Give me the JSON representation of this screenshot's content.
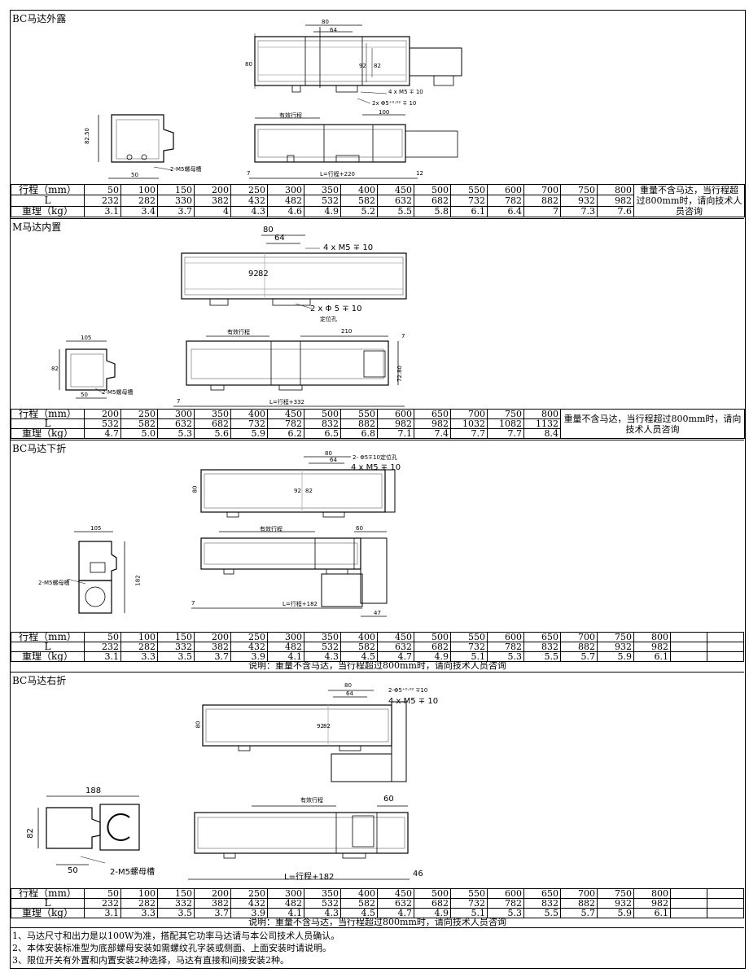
{
  "sections": {
    "s1": {
      "title": "BC马达外露",
      "dims": {
        "w80": "80",
        "w64": "64",
        "h80": "80",
        "h92": "92",
        "h82": "82",
        "m5": "4 x M5 ∓ 10",
        "pin": "2x Φ5⁺⁰·⁰² ∓ 10",
        "stroke": "有效行程",
        "w100": "100",
        "w7": "7",
        "L": "L=行程+220",
        "w12": "12",
        "side_h": "82.50",
        "side_w": "50",
        "slot": "2-M5螺母槽"
      },
      "table": {
        "row_labels": [
          "行程（mm）",
          "L",
          "重理（kg）"
        ],
        "stroke": [
          "50",
          "100",
          "150",
          "200",
          "250",
          "300",
          "350",
          "400",
          "450",
          "500",
          "550",
          "600",
          "700",
          "750",
          "800"
        ],
        "L": [
          "232",
          "282",
          "330",
          "382",
          "432",
          "482",
          "532",
          "582",
          "632",
          "682",
          "732",
          "782",
          "882",
          "932",
          "982"
        ],
        "weight": [
          "3.1",
          "3.4",
          "3.7",
          "4",
          "4.3",
          "4.6",
          "4.9",
          "5.2",
          "5.5",
          "5.8",
          "6.1",
          "6.4",
          "7",
          "7.3",
          "7.6"
        ],
        "note": "重量不含马达，当行程超过800mm时，请向技术人员咨询"
      }
    },
    "s2": {
      "title": "M马达内置",
      "dims": {
        "w80": "80",
        "w64": "64",
        "m5": "4 x M5 ∓ 10",
        "h92": "92",
        "h82": "82",
        "pin": "2 x Φ 5 ∓ 10",
        "pin_label": "定位孔",
        "stroke": "有效行程",
        "w210": "210",
        "w7a": "7",
        "w7b": "7",
        "h72": "72.80",
        "L": "L=行程+332",
        "side_w": "105",
        "side_h": "82",
        "side_b": "50",
        "slot": "2-M5螺母槽"
      },
      "table": {
        "row_labels": [
          "行程（mm）",
          "L",
          "重理（kg）"
        ],
        "stroke": [
          "200",
          "250",
          "300",
          "350",
          "400",
          "450",
          "500",
          "550",
          "600",
          "650",
          "700",
          "750",
          "800"
        ],
        "L": [
          "532",
          "582",
          "632",
          "682",
          "732",
          "782",
          "832",
          "882",
          "982",
          "982",
          "1032",
          "1082",
          "1132"
        ],
        "weight": [
          "4.7",
          "5.0",
          "5.3",
          "5.6",
          "5.9",
          "6.2",
          "6.5",
          "6.8",
          "7.1",
          "7.4",
          "7.7",
          "7.7",
          "8.4"
        ],
        "note": "重量不含马达，当行程超过800mm时，请向技术人员咨询"
      }
    },
    "s3": {
      "title": "BC马达下折",
      "dims": {
        "w80": "80",
        "w64": "64",
        "pin": "2- Φ5∓10定位孔",
        "m5": "4 x M5 ∓ 10",
        "h80": "80",
        "h92": "92",
        "h82": "82",
        "stroke": "有效行程",
        "w60": "60",
        "w7": "7",
        "L": "L=行程+182",
        "w47": "47",
        "side_w": "105",
        "side_h": "182",
        "slot": "2-M5螺母槽"
      },
      "table": {
        "row_labels": [
          "行程（mm）",
          "L",
          "重理（kg）"
        ],
        "stroke": [
          "50",
          "100",
          "150",
          "200",
          "250",
          "300",
          "350",
          "400",
          "450",
          "500",
          "550",
          "600",
          "650",
          "700",
          "750",
          "800",
          "",
          ""
        ],
        "L": [
          "232",
          "282",
          "332",
          "382",
          "432",
          "482",
          "532",
          "582",
          "632",
          "682",
          "732",
          "782",
          "832",
          "882",
          "932",
          "982",
          "",
          ""
        ],
        "weight": [
          "3.1",
          "3.3",
          "3.5",
          "3.7",
          "3.9",
          "4.1",
          "4.3",
          "4.5",
          "4.7",
          "4.9",
          "5.1",
          "5.3",
          "5.5",
          "5.7",
          "5.9",
          "6.1",
          "",
          ""
        ]
      },
      "remark": "说明：重量不含马达，当行程超过800mm时，请向技术人员咨询"
    },
    "s4": {
      "title": "BC马达右折",
      "dims": {
        "pin": "2-Φ5⁺⁰·⁰² ∓10",
        "w80": "80",
        "w64": "64",
        "m5": "4 x M5 ∓ 10",
        "h80": "80",
        "h92": "92",
        "h82": "82",
        "stroke": "有效行程",
        "w60": "60",
        "L": "L=行程+182",
        "w46": "46",
        "side_w": "188",
        "side_h": "82",
        "side_b": "50",
        "slot": "2-M5螺母槽"
      },
      "table": {
        "row_labels": [
          "行程（mm）",
          "L",
          "重理（kg）"
        ],
        "stroke": [
          "50",
          "100",
          "150",
          "200",
          "250",
          "300",
          "350",
          "400",
          "450",
          "500",
          "550",
          "600",
          "650",
          "700",
          "750",
          "800",
          "",
          ""
        ],
        "L": [
          "232",
          "282",
          "332",
          "382",
          "432",
          "482",
          "532",
          "582",
          "632",
          "682",
          "732",
          "782",
          "832",
          "882",
          "932",
          "982",
          "",
          ""
        ],
        "weight": [
          "3.1",
          "3.3",
          "3.5",
          "3.7",
          "3.9",
          "4.1",
          "4.3",
          "4.5",
          "4.7",
          "4.9",
          "5.1",
          "5.3",
          "5.5",
          "5.7",
          "5.9",
          "6.1",
          "",
          ""
        ]
      },
      "remark": "说明：重量不含马达，当行程超过800mm时，请向技术人员咨询"
    }
  },
  "notes": [
    "1、马达尺寸和出力是以100W为准，搭配其它功率马达请与本公司技术人员确认。",
    "2、本体安装标准型为底部螺母安装如需螺纹孔字装或侧面、上面安装时请说明。",
    "3、限位开关有外置和内置安装2种选择，马达有直接和间接安装2种。"
  ]
}
